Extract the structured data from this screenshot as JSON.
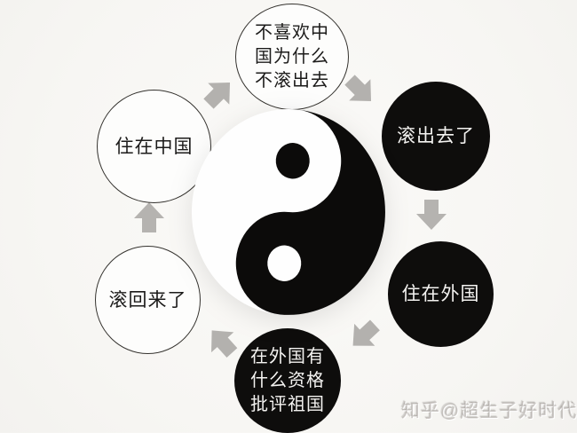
{
  "diagram_type": "cycle-diagram-around-yin-yang",
  "nodes": {
    "top": {
      "text": "不喜欢中国为什么不滚出去",
      "lines": [
        "不喜欢中",
        "国为什么",
        "不滚出去"
      ],
      "style": "white"
    },
    "right_top": {
      "text": "滚出去了",
      "lines": [
        "滚出去了"
      ],
      "style": "black"
    },
    "right_bottom": {
      "text": "住在外国",
      "lines": [
        "住在外国"
      ],
      "style": "black"
    },
    "bottom": {
      "text": "在外国有什么资格批评祖国",
      "lines": [
        "在外国有",
        "什么资格",
        "批评祖国"
      ],
      "style": "black"
    },
    "left_bottom": {
      "text": "滚回来了",
      "lines": [
        "滚回来了"
      ],
      "style": "white"
    },
    "left_top": {
      "text": "住在中国",
      "lines": [
        "住在中国"
      ],
      "style": "white"
    }
  },
  "arrows": [
    {
      "from": "left_top",
      "to": "top",
      "direction": "north-east"
    },
    {
      "from": "top",
      "to": "right_top",
      "direction": "south-east"
    },
    {
      "from": "right_top",
      "to": "right_bottom",
      "direction": "south"
    },
    {
      "from": "right_bottom",
      "to": "bottom",
      "direction": "south-west"
    },
    {
      "from": "bottom",
      "to": "left_bottom",
      "direction": "north-west"
    },
    {
      "from": "left_bottom",
      "to": "left_top",
      "direction": "north"
    }
  ],
  "center": {
    "symbol": "yin-yang",
    "icon": "taijitu-icon"
  },
  "watermark": {
    "text": "知乎@超生子好时代"
  },
  "colors": {
    "background": "#f8f7f4",
    "black_node": "#0e0d0c",
    "white_node": "#fdfdfc",
    "node_outline": "#35332f",
    "arrow": "#b3b1ae",
    "text_on_black": "#f4f3f1",
    "text_on_white": "#1c1b1a"
  }
}
